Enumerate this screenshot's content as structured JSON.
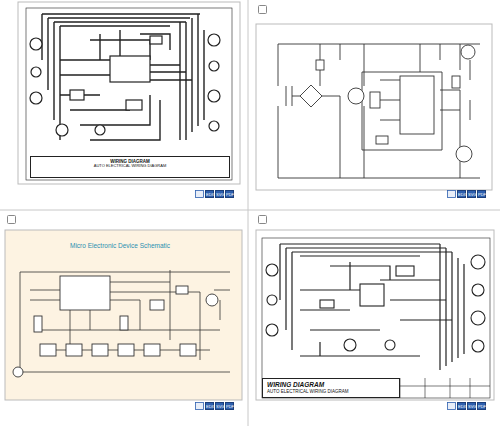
{
  "diagram": {
    "nodes": [
      {
        "text": [
          "WIRING DIAGRAM",
          "AUTO ELECTRICAL WIRING DIAGRAM"
        ]
      },
      {
        "text": [
          "WIRING DIAGRAM",
          "AUTO ELECTRICAL WIRING DIAGRAM"
        ]
      }
    ],
    "labels": [
      "Micro Electronic Device Schematic",
      "EDX",
      "SVG",
      "PDF",
      "EDX",
      "SVG",
      "PDF",
      "EDX",
      "SVG",
      "PDF",
      "EDX",
      "SVG",
      "PDF"
    ]
  }
}
